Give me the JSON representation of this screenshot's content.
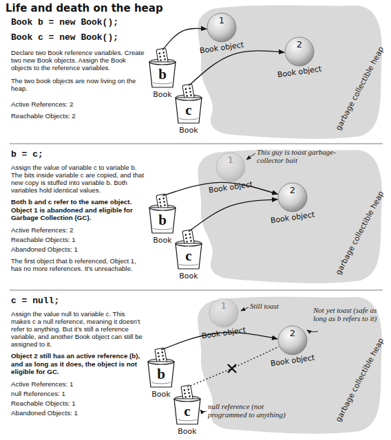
{
  "diagram": {
    "title": "Life and death on the heap",
    "nodes": [
      {
        "text": [
          "garbage collectible heap"
        ]
      },
      {
        "text": [
          "1",
          "Book object"
        ],
        "in": 0
      },
      {
        "text": [
          "2",
          "Book object"
        ],
        "in": 0
      },
      {
        "text": [
          "b",
          "Book"
        ]
      },
      {
        "text": [
          "c",
          "Book"
        ]
      },
      {
        "text": [
          "garbage collectible heap"
        ]
      },
      {
        "text": [
          "1",
          "Book object"
        ],
        "in": 5
      },
      {
        "text": [
          "2",
          "Book object"
        ],
        "in": 5
      },
      {
        "text": [
          "b",
          "Book"
        ]
      },
      {
        "text": [
          "c",
          "Book"
        ]
      },
      {
        "text": [
          "garbage collectible heap"
        ]
      },
      {
        "text": [
          "1",
          "Book object"
        ],
        "in": 10
      },
      {
        "text": [
          "2",
          "Book object"
        ],
        "in": 10
      },
      {
        "text": [
          "b",
          "Book"
        ]
      },
      {
        "text": [
          "c",
          "Book"
        ]
      }
    ],
    "edges": [
      {
        "from": 3,
        "to": 1,
        "arrow": "to"
      },
      {
        "from": 4,
        "to": 2,
        "arrow": "to"
      },
      {
        "from": 8,
        "to": 7,
        "arrow": "to"
      },
      {
        "from": 9,
        "to": 7,
        "arrow": "to"
      },
      {
        "from": 13,
        "to": 12,
        "arrow": "to"
      },
      {
        "from": 14,
        "to": 12,
        "arrow": "none"
      }
    ],
    "labels": [
      "Book b = new Book();",
      "Book c = new Book();",
      "Declare two Book reference variables. Create two new Book objects. Assign the Book objects to the reference variables.",
      "The two book objects are now living on the heap.",
      "Active References: 2",
      "Reachable Objects: 2",
      "b = c;",
      "Assign the value of variable c to variable b. The bits inside variable c are copied, and that new copy is stuffed into variable b. Both variables hold identical values.",
      "Both b and c refer to the same object. Object 1 is abandoned and eligible for Garbage Collection (GC).",
      "Active References: 2",
      "Reachable Objects: 1",
      "Abandoned Objects: 1",
      "The first object that b referenced, Object 1, has no more references. It's unreachable.",
      "This guy is toast garbage-collector bait",
      "c = null;",
      "Assign the value null to variable c. This makes c a null reference, meaning it doesn't refer to anything. But it's still a reference variable, and another Book object can still be assigned to it.",
      "Object 2 still has an active reference (b), and as long as it does, the object is not eligible for GC.",
      "Active References: 1",
      "null References: 1",
      "Reachable Objects: 1",
      "Abandoned Objects: 1",
      "Still toast",
      "Not yet toast (safe as long as b refers to it)",
      "null reference (not programmed to anything)"
    ]
  }
}
